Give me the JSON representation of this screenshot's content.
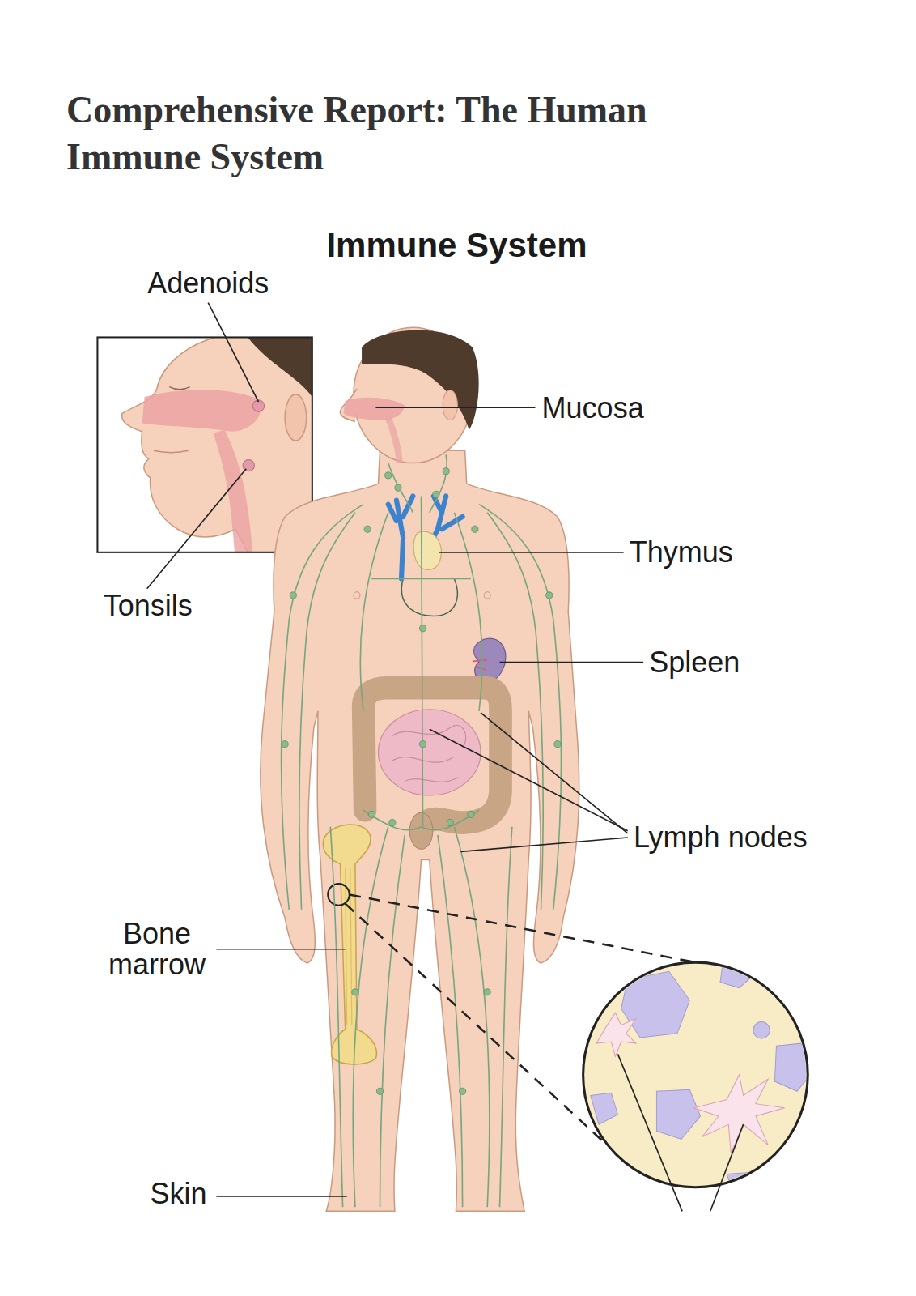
{
  "diagram": {
    "title": "Comprehensive Report: The Human Immune System",
    "labels": [
      "Immune System",
      "Adenoids",
      "Mucosa",
      "Thymus",
      "Tonsils",
      "Spleen",
      "Lymph nodes",
      "Bone marrow",
      "Skin"
    ]
  }
}
